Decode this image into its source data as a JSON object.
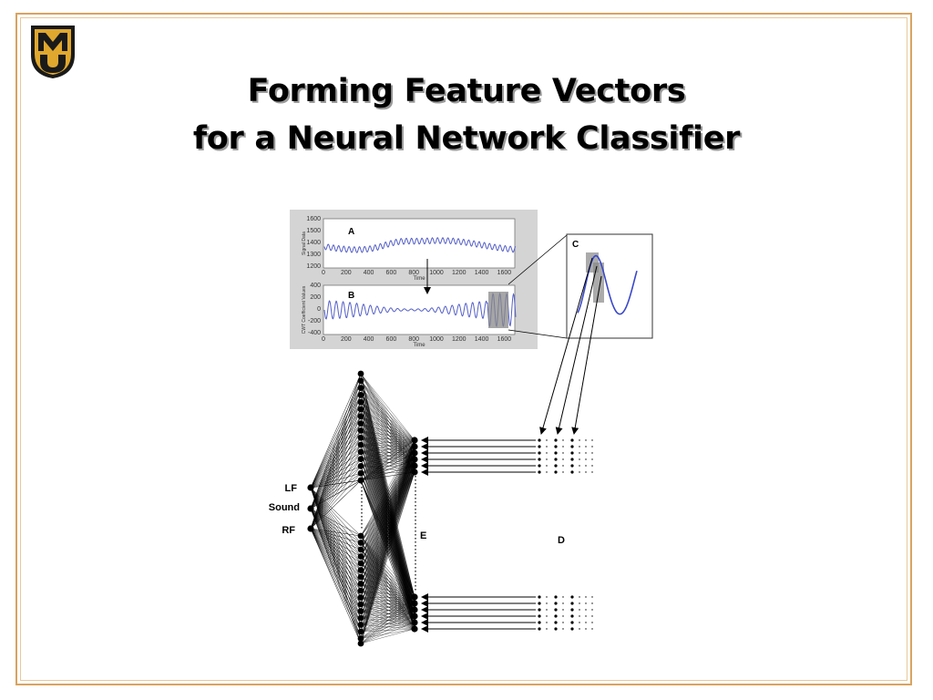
{
  "slide": {
    "title_line1": "Forming Feature Vectors",
    "title_line2": "for a Neural Network Classifier",
    "logo_icon": "mu-logo-icon",
    "colors": {
      "frame": "#d9a35f",
      "logo_gold": "#e0a82e",
      "signal": "#5560c8"
    }
  },
  "panel_a": {
    "label": "A",
    "ylabel": "Signal Data",
    "xlabel": "Time",
    "xticks": [
      "0",
      "200",
      "400",
      "600",
      "800",
      "1000",
      "1200",
      "1400",
      "1600"
    ],
    "yticks": [
      "1600",
      "1500",
      "1400",
      "1300",
      "1200"
    ]
  },
  "panel_b": {
    "label": "B",
    "ylabel": "CWT Coefficient Values",
    "xlabel": "Time",
    "xticks": [
      "0",
      "200",
      "400",
      "600",
      "800",
      "1000",
      "1200",
      "1400",
      "1600"
    ],
    "yticks": [
      "400",
      "200",
      "0",
      "-200",
      "-400"
    ]
  },
  "panel_c": {
    "label": "C"
  },
  "network": {
    "outputs": [
      "LF",
      "Sound",
      "RF"
    ],
    "hidden_label": "E",
    "input_label": "D"
  }
}
